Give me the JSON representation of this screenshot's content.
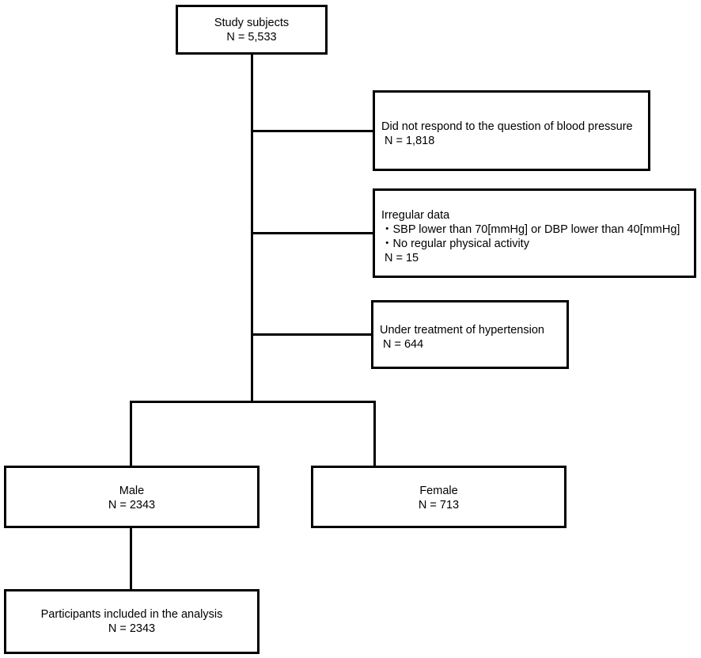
{
  "study_subjects": {
    "title": "Study subjects",
    "count": "N = 5,533"
  },
  "exclusions": [
    {
      "lines": [
        "Did not respond to the question of blood pressure",
        " N = 1,818"
      ]
    },
    {
      "lines": [
        "Irregular data",
        "・SBP lower than 70[mmHg] or DBP lower than 40[mmHg]",
        "・No regular physical activity",
        " N = 15"
      ]
    },
    {
      "lines": [
        "Under treatment of hypertension",
        " N = 644"
      ]
    }
  ],
  "male": {
    "title": "Male",
    "count": "N = 2343"
  },
  "female": {
    "title": "Female",
    "count": "N = 713"
  },
  "analysis": {
    "title": "Participants included in the analysis",
    "count": "N = 2343"
  }
}
